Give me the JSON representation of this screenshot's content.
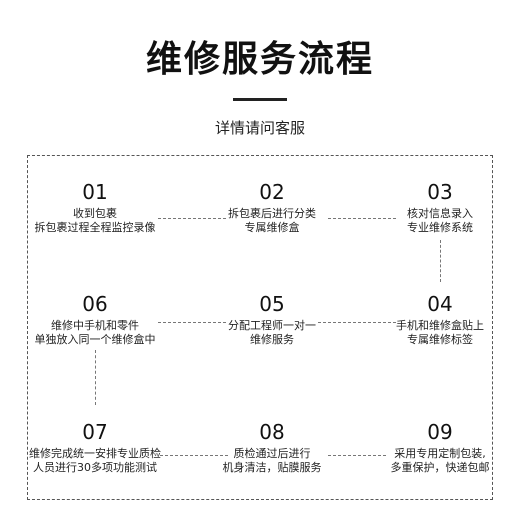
{
  "header": {
    "title": "维修服务流程",
    "subtitle": "详情请问客服"
  },
  "steps": [
    {
      "num": "01",
      "line1": "收到包裹",
      "line2": "拆包裹过程全程监控录像"
    },
    {
      "num": "02",
      "line1": "拆包裹后进行分类",
      "line2": "专属维修盒"
    },
    {
      "num": "03",
      "line1": "核对信息录入",
      "line2": "专业维修系统"
    },
    {
      "num": "04",
      "line1": "手机和维修盒贴上",
      "line2": "专属维修标签"
    },
    {
      "num": "05",
      "line1": "分配工程师一对一",
      "line2": "维修服务"
    },
    {
      "num": "06",
      "line1": "维修中手机和零件",
      "line2": "单独放入同一个维修盒中"
    },
    {
      "num": "07",
      "line1": "维修完成统一安排专业质检",
      "line2": "人员进行30多项功能测试"
    },
    {
      "num": "08",
      "line1": "质检通过后进行",
      "line2": "机身清洁，贴膜服务"
    },
    {
      "num": "09",
      "line1": "采用专用定制包装,",
      "line2": "多重保护，快递包邮"
    }
  ]
}
